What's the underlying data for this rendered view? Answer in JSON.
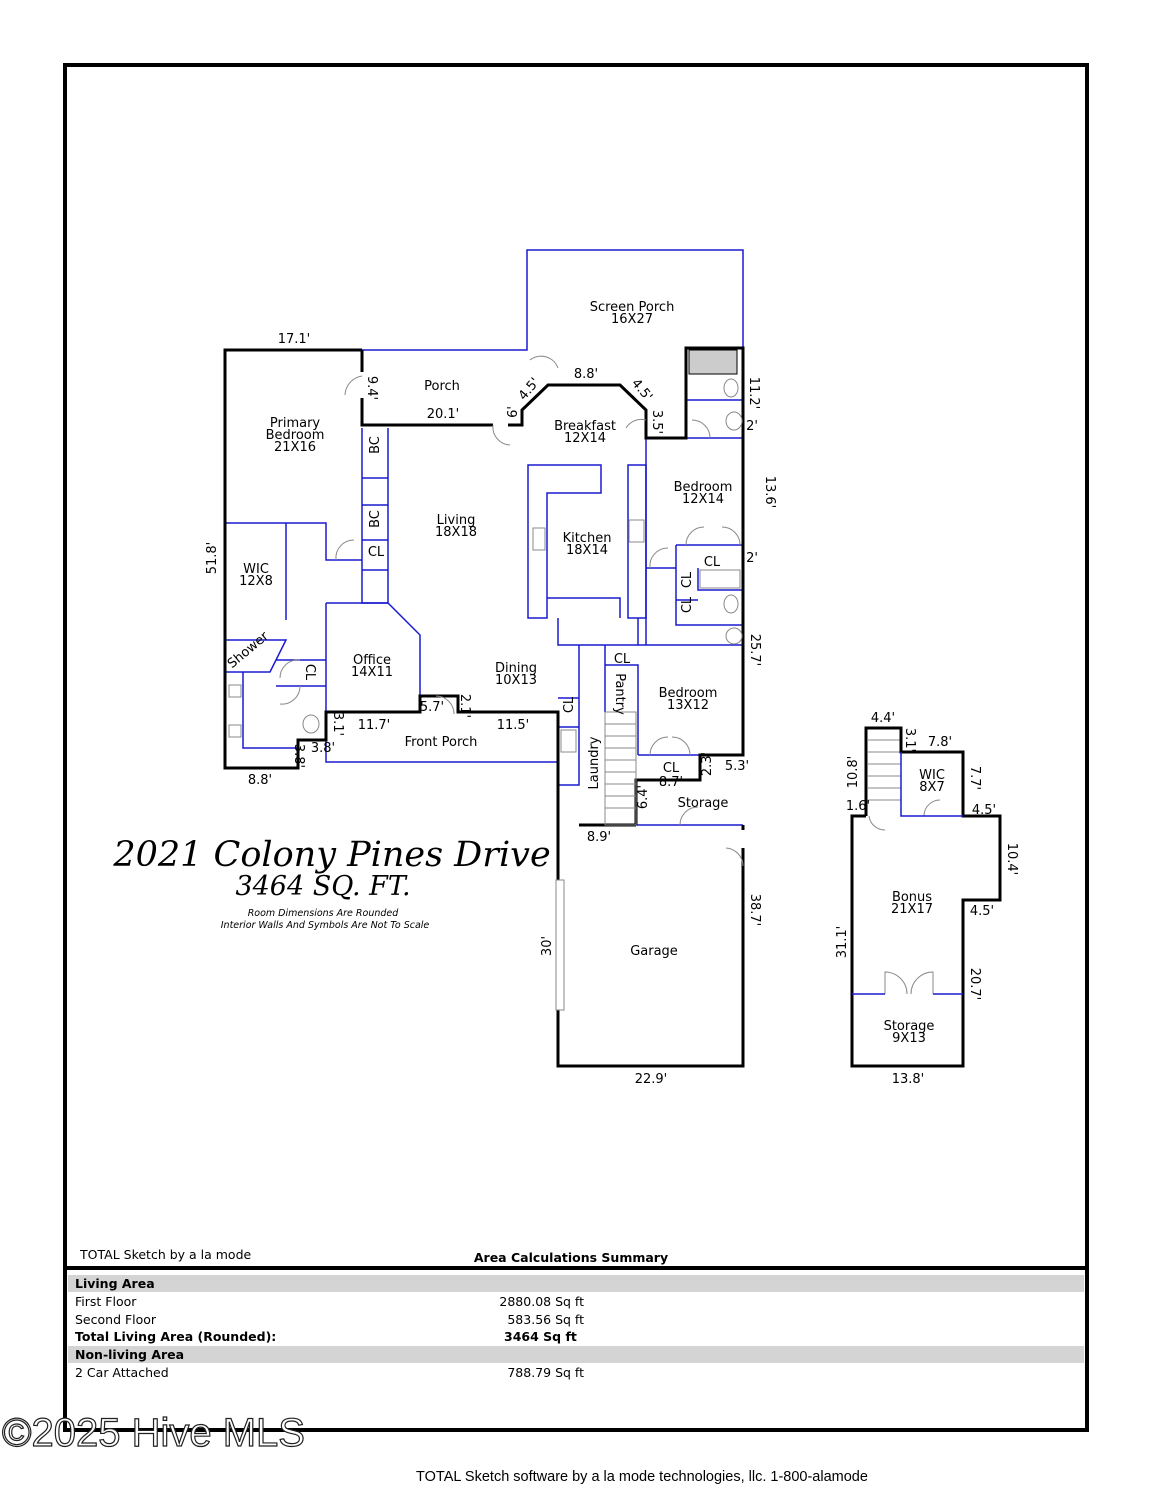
{
  "property": {
    "address": "2021 Colony Pines Drive",
    "sqft": "3464 SQ. FT.",
    "note_1": "Room Dimensions Are Rounded",
    "note_2": "Interior Walls And Symbols Are Not To Scale"
  },
  "rooms": [
    {
      "lines": [
        "Screen Porch",
        "16X27"
      ]
    },
    {
      "lines": [
        "Porch"
      ]
    },
    {
      "lines": [
        "Breakfast",
        "12X14"
      ]
    },
    {
      "lines": [
        "Primary",
        "Bedroom",
        "21X16"
      ]
    },
    {
      "lines": [
        "Bedroom",
        "12X14"
      ]
    },
    {
      "lines": [
        "Living",
        "18X18"
      ]
    },
    {
      "lines": [
        "Kitchen",
        "18X14"
      ]
    },
    {
      "lines": [
        "WIC",
        "12X8"
      ]
    },
    {
      "lines": [
        "Office",
        "14X11"
      ]
    },
    {
      "lines": [
        "Dining",
        "10X13"
      ]
    },
    {
      "lines": [
        "Bedroom",
        "13X12"
      ]
    },
    {
      "lines": [
        "Front Porch"
      ]
    },
    {
      "lines": [
        "Storage"
      ]
    },
    {
      "lines": [
        "Garage"
      ]
    },
    {
      "lines": [
        "Bonus",
        "21X17"
      ]
    },
    {
      "lines": [
        "WIC",
        "8X7"
      ]
    },
    {
      "lines": [
        "Storage",
        "9X13"
      ]
    },
    {
      "lines": [
        "Shower"
      ]
    },
    {
      "lines": [
        "Laundry"
      ]
    },
    {
      "lines": [
        "Pantry"
      ]
    },
    {
      "lines": [
        "BC"
      ]
    },
    {
      "lines": [
        "BC"
      ]
    },
    {
      "lines": [
        "CL"
      ]
    },
    {
      "lines": [
        "CL"
      ]
    },
    {
      "lines": [
        "CL"
      ]
    },
    {
      "lines": [
        "CL"
      ]
    },
    {
      "lines": [
        "CL"
      ]
    },
    {
      "lines": [
        "CL"
      ]
    },
    {
      "lines": [
        "CL"
      ]
    },
    {
      "lines": [
        "CL"
      ]
    }
  ],
  "dimensions": [
    "17.1'",
    "9.4'",
    "20.1'",
    "4.5'",
    "6'",
    "8.8'",
    "4.5'",
    "3.5'",
    "11.2'",
    "2'",
    "13.6'",
    "2'",
    "25.7'",
    "51.8'",
    "8.8'",
    "3.1'",
    "11.7'",
    "5.7'",
    "2.1'",
    "11.5'",
    "3.8'",
    "3.8'",
    "2.3'",
    "5.3'",
    "8.7'",
    "6.4'",
    "8.9'",
    "30'",
    "38.7'",
    "22.9'",
    "4.4'",
    "3.1'",
    "7.8'",
    "10.8'",
    "1.6'",
    "7.7'",
    "4.5'",
    "10.4'",
    "4.5'",
    "31.1'",
    "20.7'",
    "13.8'"
  ],
  "summary": {
    "software_small": "TOTAL Sketch by a la mode",
    "title": "Area Calculations Summary",
    "living_header": "Living Area",
    "rows_living": [
      {
        "label": "First Floor",
        "value": "2880.08 Sq ft"
      },
      {
        "label": "Second Floor",
        "value": "583.56 Sq ft"
      }
    ],
    "total_label": "Total Living Area (Rounded):",
    "total_value": "3464 Sq ft",
    "nonliving_header": "Non-living Area",
    "rows_nonliving": [
      {
        "label": "2 Car Attached",
        "value": "788.79 Sq ft"
      }
    ]
  },
  "watermark": "©2025 Hive MLS",
  "footer": "TOTAL Sketch software by a la mode technologies, llc. 1-800-alamode",
  "colors": {
    "exterior_wall": "#000000",
    "interior_wall": "#1a1ad0",
    "summary_band": "#d4d4d4"
  }
}
